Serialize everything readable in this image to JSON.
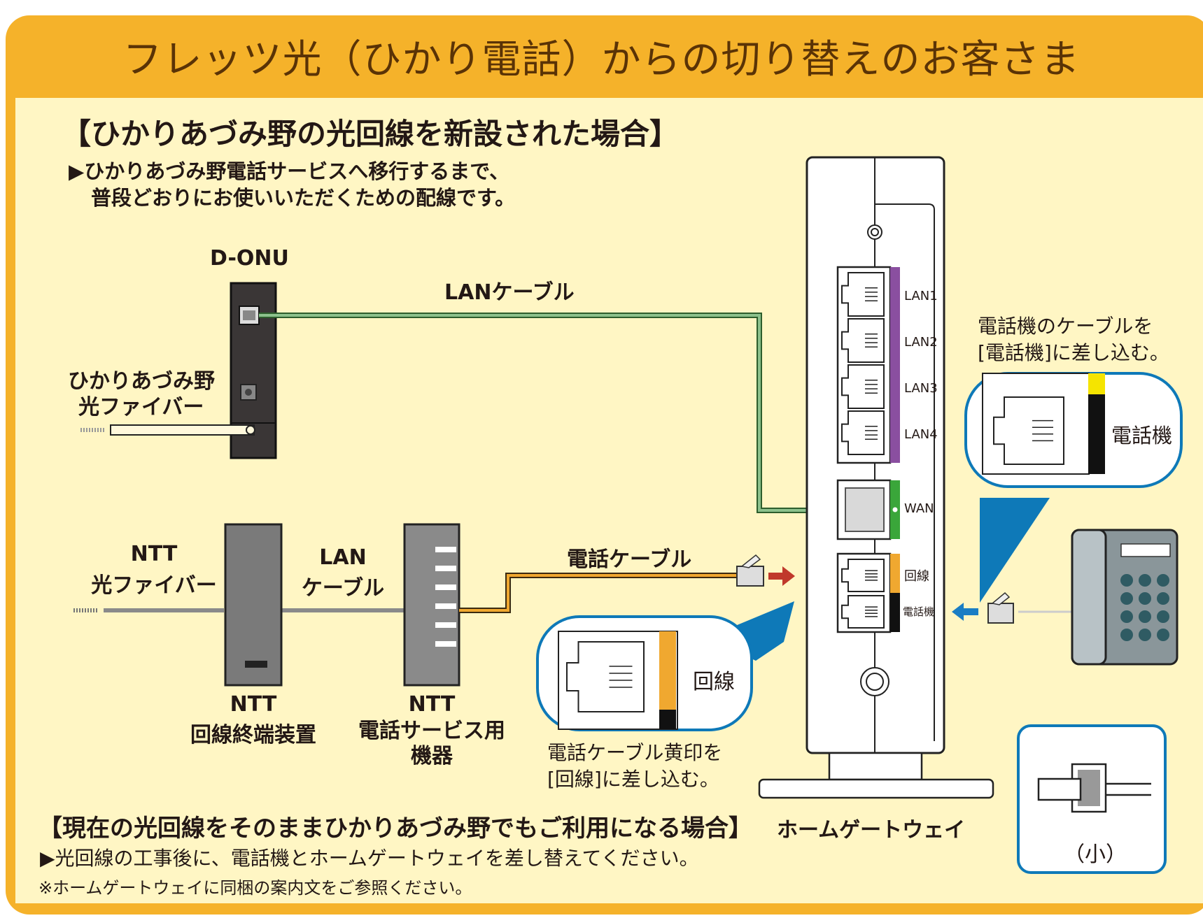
{
  "title": "フレッツ光（ひかり電話）からの切り替えのお客さま",
  "section1": {
    "heading": "【ひかりあづみ野の光回線を新設された場合】",
    "line1": "▶ひかりあづみ野電話サービスへ移行するまで、",
    "line2": "普段どおりにお使いいただくための配線です。"
  },
  "devices": {
    "d_onu": "D-ONU",
    "fiber_line1": "ひかりあづみ野",
    "fiber_line2": "光ファイバー",
    "ntt_fiber_line1": "NTT",
    "ntt_fiber_line2": "光ファイバー",
    "ntt_terminal_line1": "NTT",
    "ntt_terminal_line2": "回線終端装置",
    "ntt_phone_line1": "NTT",
    "ntt_phone_line2": "電話サービス用",
    "ntt_phone_line3": "機器",
    "home_gateway": "ホームゲートウェイ"
  },
  "cables": {
    "lan_cable": "LANケーブル",
    "lan_cable2_line1": "LAN",
    "lan_cable2_line2": "ケーブル",
    "phone_cable": "電話ケーブル"
  },
  "ports": {
    "lan1": "LAN1",
    "lan2": "LAN2",
    "lan3": "LAN3",
    "lan4": "LAN4",
    "wan": "WAN",
    "line": "回線",
    "phone": "電話機"
  },
  "callouts": {
    "line_zoom_label": "回線",
    "line_note1": "電話ケーブル黄印を",
    "line_note2": "[回線]に差し込む。",
    "phone_note1": "電話機のケーブルを",
    "phone_note2": "[電話機]に差し込む。",
    "phone_zoom_label": "電話機",
    "small_label": "（小）"
  },
  "section2": {
    "heading": "【現在の光回線をそのままひかりあづみ野でもご利用になる場合】",
    "line1": "▶光回線の工事後に、電話機とホームゲートウェイを差し替えてください。",
    "note": "※ホームゲートウェイに同梱の案内文をご参照ください。"
  },
  "colors": {
    "banner": "#f5b22a",
    "background": "#fff6c4",
    "lan_cable": "#8cc18c",
    "phone_cable": "#f0a830",
    "callout_border": "#0e79b8",
    "lan_strip": "#8a4fa0",
    "wan_strip": "#3aa63a",
    "arrow_red": "#c0392b",
    "arrow_blue": "#1a7dc4"
  }
}
